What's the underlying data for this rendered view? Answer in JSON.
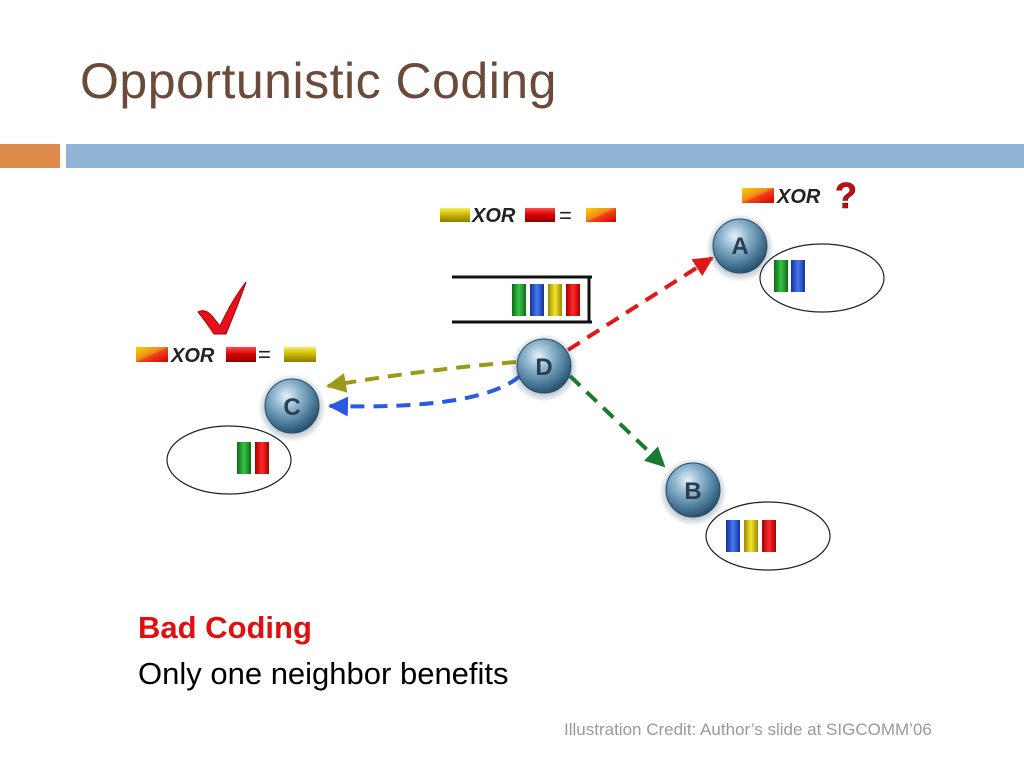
{
  "slide": {
    "title": "Opportunistic Coding",
    "caption_heading": "Bad Coding",
    "caption_body": "Only one neighbor benefits",
    "credit": "Illustration Credit: Author’s slide at SIGCOMM’06"
  },
  "diagram": {
    "nodes": [
      {
        "id": "A",
        "label": "A"
      },
      {
        "id": "B",
        "label": "B"
      },
      {
        "id": "C",
        "label": "C"
      },
      {
        "id": "D",
        "label": "D"
      }
    ],
    "equations": {
      "top": {
        "op": "XOR",
        "eq": "="
      },
      "node_c": {
        "op": "XOR",
        "eq": "="
      },
      "node_a": {
        "op": "XOR",
        "question": "?"
      }
    },
    "colors": {
      "red": "#e01818",
      "green": "#1f9e2a",
      "blue": "#2452d8",
      "yellow": "#d6c414",
      "olive": "#9a9a18",
      "dark_green": "#1a7a2e",
      "orange": "#f08a1a",
      "check": "#e8101a"
    },
    "icons": [
      "checkmark-icon",
      "question-mark-icon"
    ]
  }
}
